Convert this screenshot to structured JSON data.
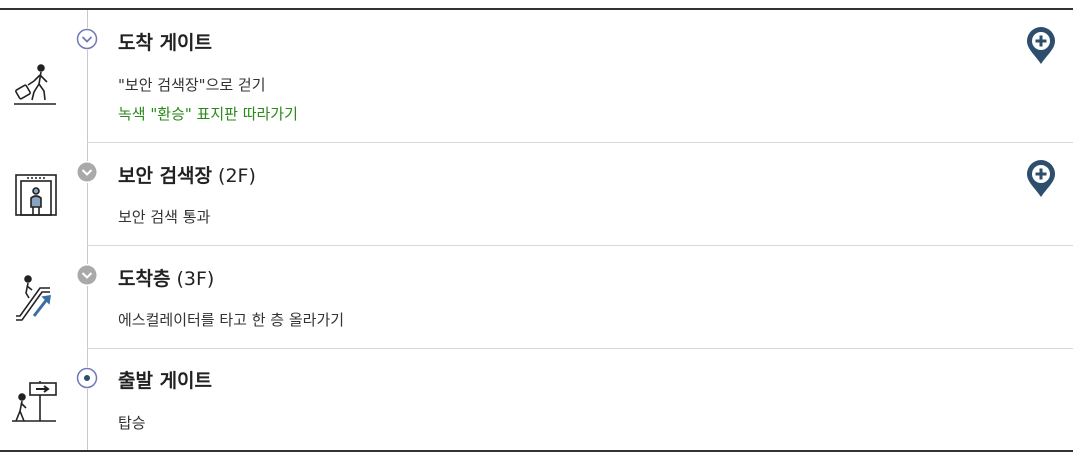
{
  "colors": {
    "accent": "#2e4e6e",
    "note_green": "#2a8a1a",
    "marker_blue": "#6f7ab5",
    "marker_gray": "#a9a9a9"
  },
  "steps": [
    {
      "icon": "walking-with-luggage-icon",
      "marker": "chevron-down-circle-icon",
      "title": "도착 게이트",
      "floor": "",
      "desc": "\"보안 검색장\"으로 걷기",
      "note": "녹색 \"환승\" 표지판 따라가기",
      "has_pin": true
    },
    {
      "icon": "security-scanner-icon",
      "marker": "chevron-down-filled-icon",
      "title": "보안 검색장",
      "floor": " (2F)",
      "desc": "보안 검색 통과",
      "has_pin": true
    },
    {
      "icon": "escalator-up-icon",
      "marker": "chevron-down-filled-icon",
      "title": "도착층",
      "floor": " (3F)",
      "desc": "에스컬레이터를 타고 한 층 올라가기",
      "has_pin": false
    },
    {
      "icon": "departure-gate-sign-icon",
      "marker": "target-circle-icon",
      "title": "출발 게이트",
      "floor": "",
      "desc": "탑승",
      "has_pin": false
    }
  ]
}
